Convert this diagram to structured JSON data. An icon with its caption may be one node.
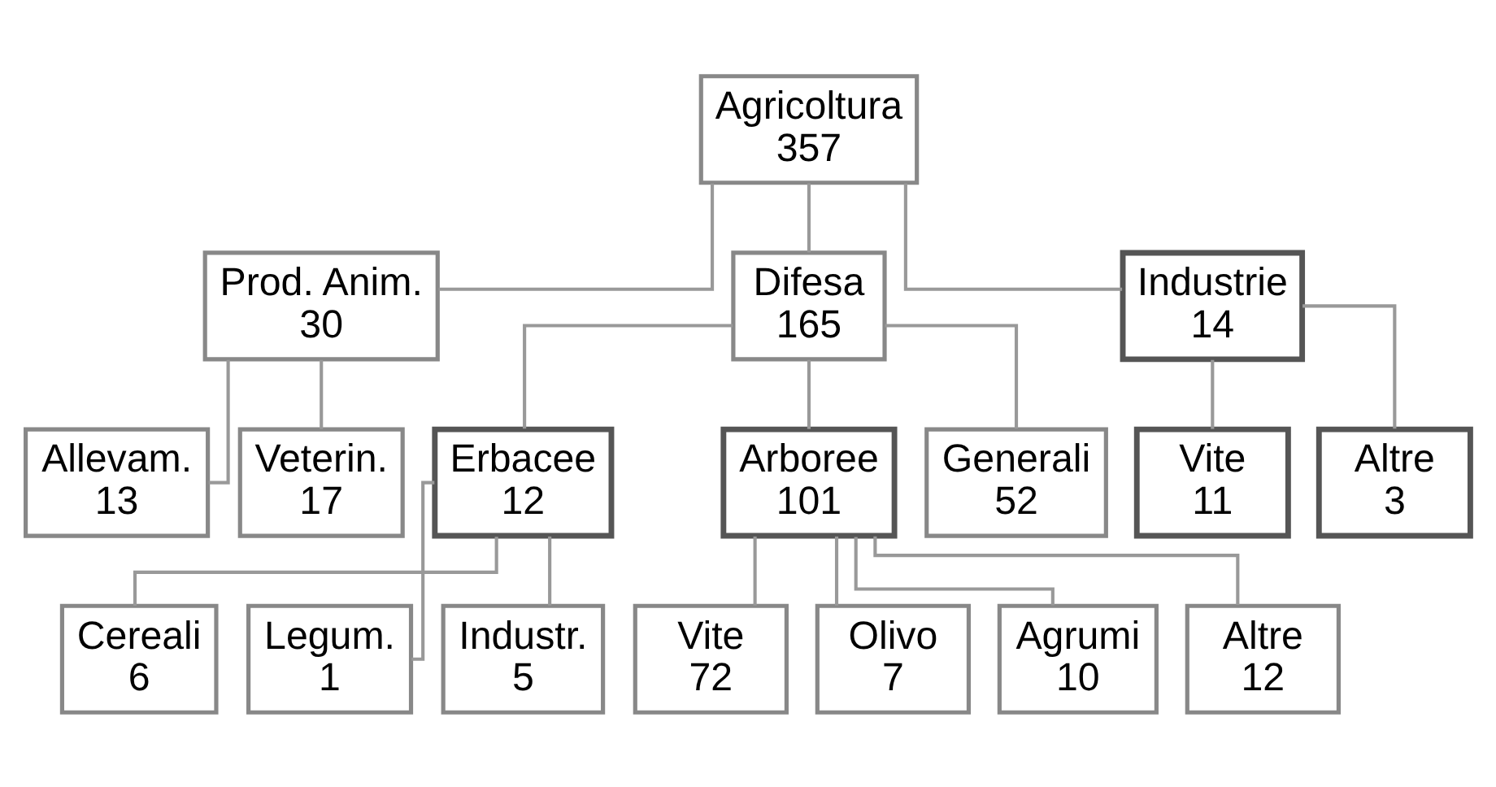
{
  "diagram": {
    "nodes": [
      {
        "text": [
          "Agricoltura",
          "357"
        ]
      },
      {
        "text": [
          "Prod. Anim.",
          "30"
        ]
      },
      {
        "text": [
          "Difesa",
          "165"
        ]
      },
      {
        "text": [
          "Industrie",
          "14"
        ]
      },
      {
        "text": [
          "Allevam.",
          "13"
        ]
      },
      {
        "text": [
          "Veterin.",
          "17"
        ]
      },
      {
        "text": [
          "Erbacee",
          "12"
        ]
      },
      {
        "text": [
          "Arboree",
          "101"
        ]
      },
      {
        "text": [
          "Generali",
          "52"
        ]
      },
      {
        "text": [
          "Vite",
          "11"
        ]
      },
      {
        "text": [
          "Altre",
          "3"
        ]
      },
      {
        "text": [
          "Cereali",
          "6"
        ]
      },
      {
        "text": [
          "Legum.",
          "1"
        ]
      },
      {
        "text": [
          "Industr.",
          "5"
        ]
      },
      {
        "text": [
          "Vite",
          "72"
        ]
      },
      {
        "text": [
          "Olivo",
          "7"
        ]
      },
      {
        "text": [
          "Agrumi",
          "10"
        ]
      },
      {
        "text": [
          "Altre",
          "12"
        ]
      }
    ],
    "edges": [
      {
        "from": 0,
        "to": 1,
        "arrow": "none"
      },
      {
        "from": 0,
        "to": 2,
        "arrow": "none"
      },
      {
        "from": 0,
        "to": 3,
        "arrow": "none"
      },
      {
        "from": 1,
        "to": 4,
        "arrow": "none"
      },
      {
        "from": 1,
        "to": 5,
        "arrow": "none"
      },
      {
        "from": 2,
        "to": 6,
        "arrow": "none"
      },
      {
        "from": 2,
        "to": 7,
        "arrow": "none"
      },
      {
        "from": 2,
        "to": 8,
        "arrow": "none"
      },
      {
        "from": 3,
        "to": 9,
        "arrow": "none"
      },
      {
        "from": 3,
        "to": 10,
        "arrow": "none"
      },
      {
        "from": 6,
        "to": 11,
        "arrow": "none"
      },
      {
        "from": 6,
        "to": 12,
        "arrow": "none"
      },
      {
        "from": 6,
        "to": 13,
        "arrow": "none"
      },
      {
        "from": 7,
        "to": 14,
        "arrow": "none"
      },
      {
        "from": 7,
        "to": 15,
        "arrow": "none"
      },
      {
        "from": 7,
        "to": 16,
        "arrow": "none"
      },
      {
        "from": 7,
        "to": 17,
        "arrow": "none"
      }
    ]
  }
}
